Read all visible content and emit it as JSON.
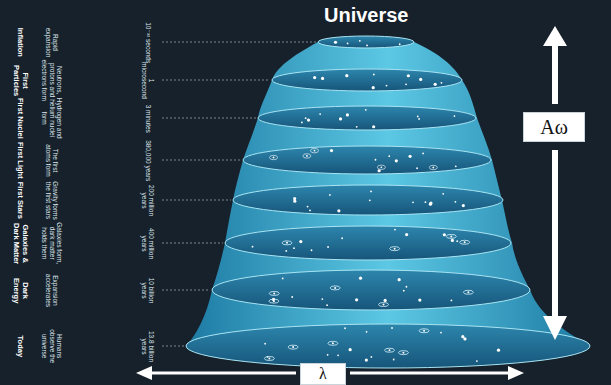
{
  "diagram": {
    "title": "Universe",
    "nodes": [
      {
        "text": [
          "Aω"
        ]
      },
      {
        "text": [
          "λ"
        ]
      }
    ],
    "labels": [
      "Inflation",
      "Rapid expansion",
      "10⁻³² seconds",
      "First Particles",
      "Neutrons, protons and electrons form",
      "1 microsecond",
      "First Nuclei",
      "Hydrogen and helium nuclei form",
      "3 minutes",
      "First Light",
      "The first atoms form",
      "380,000 years",
      "First Stars",
      "Gravity forms the first stars",
      "200 million years",
      "Galaxies & Dark Matter",
      "Galaxies form, dark matter holds them",
      "400 million years",
      "Dark Energy",
      "Expansion accelerates",
      "10 billion years",
      "Today",
      "Humans observe the universe",
      "13.8 billion years"
    ]
  }
}
